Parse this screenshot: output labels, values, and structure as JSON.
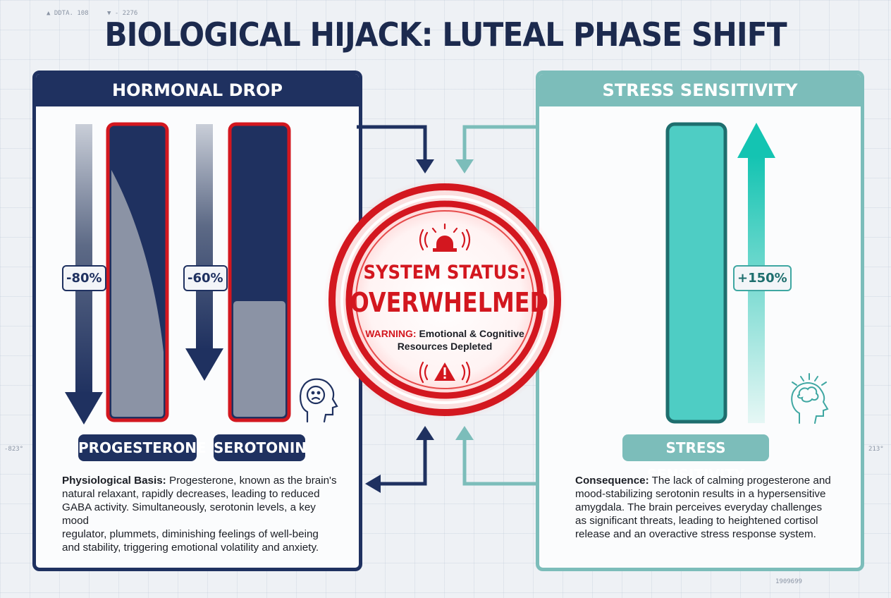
{
  "meta": {
    "top_left_a": "▲ DDTA. 108",
    "top_left_b": "▼ - 2276",
    "side_left": "-823°",
    "side_right": "213°",
    "bottom_right": "1909699"
  },
  "title": "BIOLOGICAL HIJACK: LUTEAL PHASE SHIFT",
  "left_panel": {
    "header": "HORMONAL DROP",
    "progesterone": {
      "label": "PROGESTERONE",
      "change": "-80%"
    },
    "serotonin": {
      "label": "SEROTONIN",
      "change": "-60%"
    },
    "para_label": "Physiological Basis:",
    "para_lines": [
      "Progesterone, known as the brain's",
      "natural relaxant, rapidly decreases, leading to reduced",
      "GABA activity. Simultaneously, serotonin levels, a key mood",
      "regulator, plummets, diminishing feelings of well-being",
      "and stability, triggering emotional volatility and anxiety."
    ]
  },
  "right_panel": {
    "header": "STRESS SENSITIVITY",
    "stress": {
      "label": "STRESS SENSITIVITY",
      "change": "+150%"
    },
    "para_label": "Consequence:",
    "para_lines": [
      "The lack of calming progesterone and",
      "mood-stabilizing serotonin results in a hypersensitive",
      "amygdala. The brain perceives everyday challenges",
      "as significant threats, leading to heightened cortisol",
      "release and an overactive stress response system."
    ]
  },
  "center": {
    "status_line1": "SYSTEM STATUS:",
    "status_line2": "OVERWHELMED",
    "warning_label": "WARNING:",
    "warning_text1": "Emotional & Cognitive",
    "warning_text2": "Resources Depleted"
  },
  "levels": {
    "progesterone_remaining": 0.2,
    "serotonin_remaining": 0.4,
    "stress_level": 1.0
  },
  "colors": {
    "navy": "#1f3160",
    "red": "#d3171f",
    "teal": "#4ecdc4",
    "teal_border": "#7cbdba",
    "gray_fill": "#8b93a5"
  },
  "icons": [
    "alarm-light-icon",
    "warning-triangle-icon",
    "sad-head-icon",
    "brain-head-icon"
  ]
}
